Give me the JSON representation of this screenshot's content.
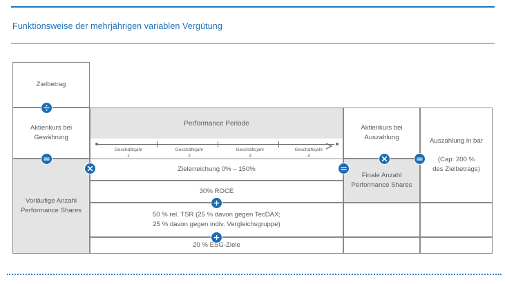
{
  "header": {
    "title": "Funktionsweise der mehrjährigen variablen Vergütung",
    "accent_color": "#1f72b8",
    "rule_color": "#b5b5b5"
  },
  "theme": {
    "badge_color": "#1b6cb5",
    "gray_fill": "#e4e4e4",
    "border_color": "#8a8a8a",
    "text_color": "#5a5a5a"
  },
  "diagram": {
    "left_column": {
      "zielbetrag": "Zielbetrag",
      "aktienkurs_gewaehrung_line1": "Aktienkurs bei",
      "aktienkurs_gewaehrung_line2": "Gewährung",
      "vorlaeufige_line1": "Vorläufige Anzahl",
      "vorlaeufige_line2": "Performance Shares"
    },
    "performance_period": {
      "band_label": "Performance Periode",
      "years": [
        {
          "label": "Geschäftsjahr",
          "number": "1"
        },
        {
          "label": "Geschäftsjahr",
          "number": "2"
        },
        {
          "label": "Geschäftsjahr",
          "number": "3"
        },
        {
          "label": "Geschäftsjahr",
          "number": "4"
        }
      ]
    },
    "center_rows": [
      {
        "text": "Zielerreichung 0% – 150%"
      },
      {
        "text": "30% ROCE"
      },
      {
        "line1": "50 % rel. TSR (25 % davon gegen TecDAX;",
        "line2": "25 % davon gegen indiv. Vergleichsgruppe)"
      },
      {
        "text": "20 % ESG-Ziele"
      }
    ],
    "right_columns": {
      "aktienkurs_auszahlung_line1": "Aktienkurs bei",
      "aktienkurs_auszahlung_line2": "Auszahlung",
      "finale_line1": "Finale Anzahl",
      "finale_line2": "Performance Shares",
      "auszahlung_bar": "Auszahlung in bar",
      "cap_line1": "(Cap: 200 %",
      "cap_line2": "des Zielbetrags)"
    },
    "operators": {
      "divide": "÷",
      "equals": "=",
      "multiply": "×",
      "plus": "+"
    }
  }
}
